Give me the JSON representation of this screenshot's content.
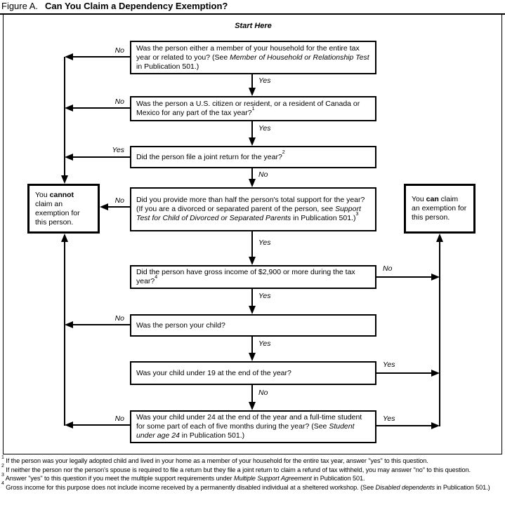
{
  "figure": {
    "label": "Figure A.",
    "title": "Can You Claim a Dependency Exemption?"
  },
  "flowchart": {
    "start_here": "Start Here",
    "questions": {
      "q1": {
        "text": "Was the person either a member of your household for the entire tax year or related to you? (See ",
        "italic": "Member of Household or Relationship Test",
        "text2": " in Publication 501.)",
        "no_label": "No",
        "yes_label": "Yes"
      },
      "q2": {
        "text": "Was the person a U.S. citizen or resident, or a resident of Canada or Mexico for any part of the tax year?",
        "sup": "1",
        "no_label": "No",
        "yes_label": "Yes"
      },
      "q3": {
        "text": "Did the person file a joint return for the year?",
        "sup": "2",
        "yes_label": "Yes",
        "no_label": "No"
      },
      "q4": {
        "text": "Did you provide more than half the person's total support for the year? (If you are a divorced or separated parent of the person, see ",
        "italic": "Support Test for Child of Divorced or Separated Parents",
        "text2": " in Publication 501.)",
        "sup": "3",
        "no_label": "No",
        "yes_label": "Yes"
      },
      "q5": {
        "text": "Did the person have gross income of $2,900 or more during the tax year?",
        "sup": "4",
        "no_label": "No",
        "yes_label": "Yes"
      },
      "q6": {
        "text": "Was the person your child?",
        "no_label": "No",
        "yes_label": "Yes"
      },
      "q7": {
        "text": "Was your child under 19 at the end of the year?",
        "yes_label": "Yes",
        "no_label": "No"
      },
      "q8": {
        "text": "Was your child under 24 at the end of the year and a full-time student for some part of each of five months during the year? (See ",
        "italic": "Student under age 24",
        "text2": " in Publication 501.)",
        "no_label": "No",
        "yes_label": "Yes"
      }
    },
    "results": {
      "cannot": {
        "pre": "You ",
        "bold": "cannot",
        "post": " claim an exemption for this person."
      },
      "can": {
        "pre": "You ",
        "bold": "can",
        "post": " claim an exemption for this person."
      }
    }
  },
  "footnotes": [
    {
      "marker": "1",
      "text": "If the person was your legally adopted child and lived in your home as a member of your household for the entire tax year, answer \"yes\" to this question."
    },
    {
      "marker": "2",
      "text": "If neither the person nor the person's spouse is required to file a return but they file a joint return to claim a refund of tax withheld, you may answer \"no\" to this question."
    },
    {
      "marker": "3",
      "text": "Answer \"yes\" to this question if you meet the multiple support requirements under ",
      "italic": "Multiple Support Agreement",
      "text2": " in Publication 501."
    },
    {
      "marker": "4",
      "text": "Gross income for this purpose does not include income received by a permanently disabled individual at a sheltered workshop. (See ",
      "italic": "Disabled dependents",
      "text2": " in Publication 501.)"
    }
  ],
  "colors": {
    "ink": "#000000",
    "paper": "#ffffff"
  }
}
